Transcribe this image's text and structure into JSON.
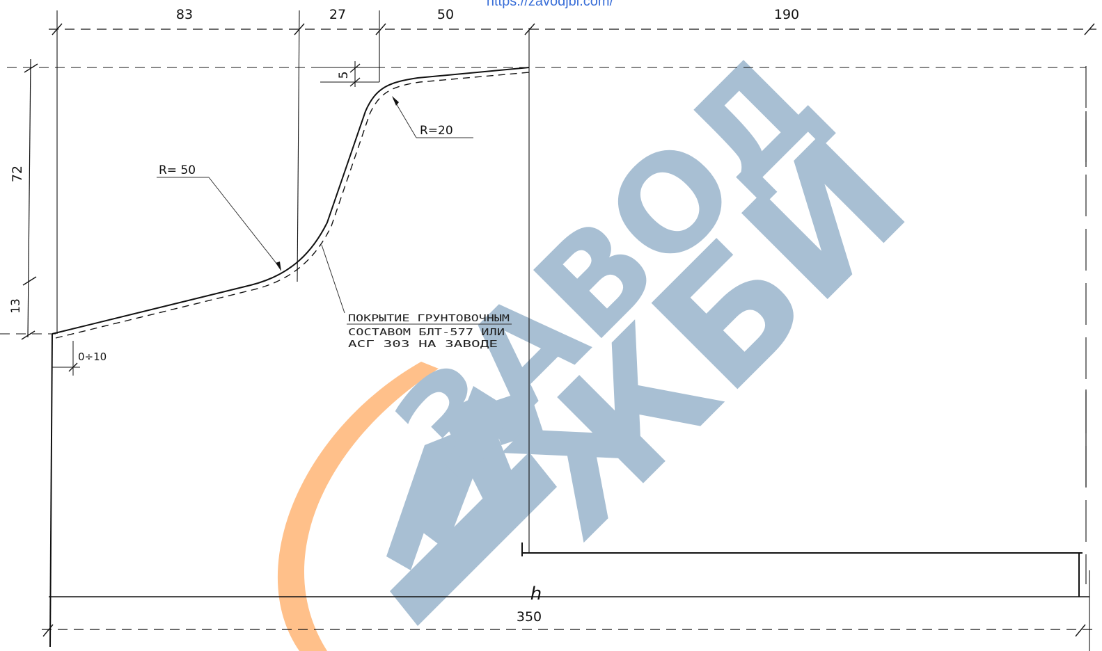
{
  "header": {
    "url": "https://zavodjbi.com/"
  },
  "dimensions": {
    "top": {
      "d83": "83",
      "d27": "27",
      "d50": "50",
      "d190": "190"
    },
    "left": {
      "d72": "72",
      "d13": "13"
    },
    "d5": "5",
    "offset": "0÷10",
    "bottom": {
      "total": "350",
      "height_mark": "h"
    }
  },
  "callouts": {
    "r50": "R= 50",
    "r20": "R=20"
  },
  "note": {
    "line1": "ПОКРЫТИЕ ГРУНТОВОЧНЫМ",
    "line2": "СОСТАВОМ БЛТ-577 ИЛИ",
    "line3": "АСГ 303 НА ЗАВОДЕ"
  },
  "watermark": {
    "line1": "ЗАВОД",
    "line2": "ЖБИ",
    "colors": {
      "blue": "#a8bfd3",
      "orange": "#ffc08a"
    }
  }
}
